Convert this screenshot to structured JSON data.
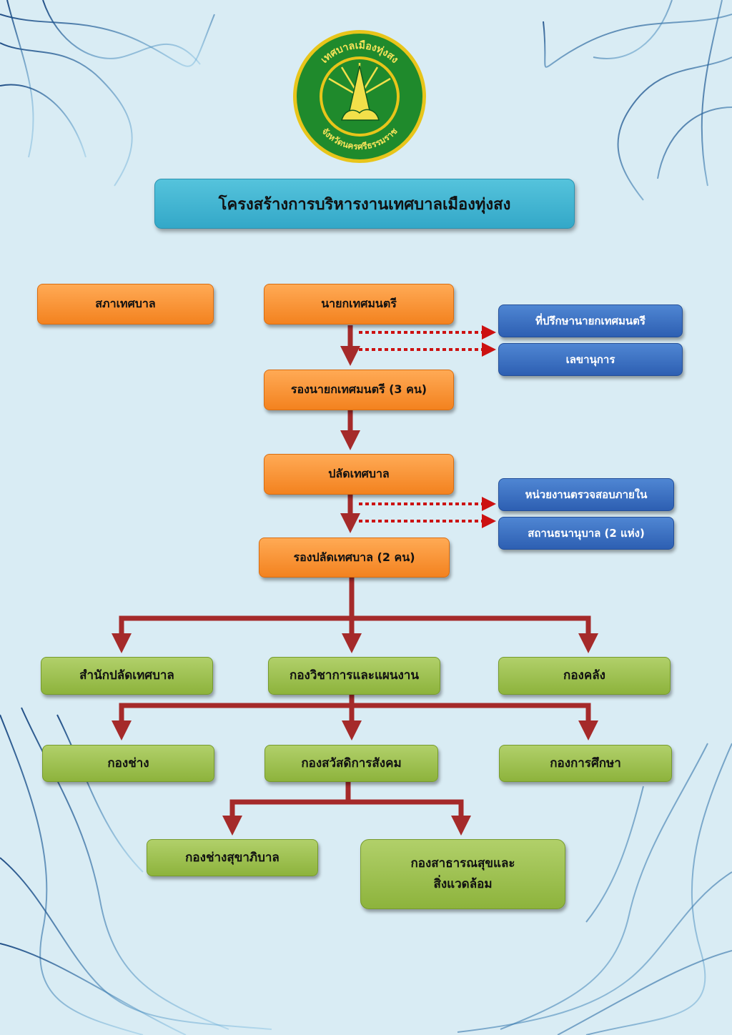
{
  "title": "โครงสร้างการบริหารงานเทศบาลเมืองทุ่งสง",
  "logo": {
    "top_text": "เทศบาลเมืองทุ่งสง",
    "bottom_text": "จังหวัดนครศรีธรรมราช"
  },
  "colors": {
    "orange": "#f3821f",
    "blue": "#2d5fb2",
    "green": "#8db33c",
    "title": "#33a8c8",
    "connector": "#a52a2a",
    "dotted": "#cc1111"
  },
  "nodes": {
    "council": "สภาเทศบาล",
    "mayor": "นายกเทศมนตรี",
    "mayor_advisor": "ที่ปรึกษานายกเทศมนตรี",
    "secretary": "เลขานุการ",
    "deputy_mayor": "รองนายกเทศมนตรี (3 คน)",
    "clerk": "ปลัดเทศบาล",
    "internal_audit": "หน่วยงานตรวจสอบภายใน",
    "pawnshop": "สถานธนานุบาล (2 แห่ง)",
    "deputy_clerk": "รองปลัดเทศบาล (2 คน)",
    "clerk_office": "สำนักปลัดเทศบาล",
    "academic_planning": "กองวิชาการและแผนงาน",
    "treasury": "กองคลัง",
    "engineering": "กองช่าง",
    "social_welfare": "กองสวัสดิการสังคม",
    "education": "กองการศึกษา",
    "sanitation_engineering": "กองช่างสุขาภิบาล",
    "public_health_line1": "กองสาธารณสุขและ",
    "public_health_line2": "สิ่งแวดล้อม"
  }
}
